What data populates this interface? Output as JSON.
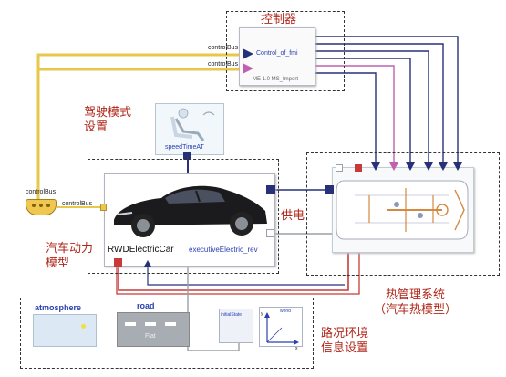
{
  "labels": {
    "controller": "控制器",
    "driving_mode": "驾驶模式\n设置",
    "vehicle_model": "汽车动力\n模型",
    "power_supply": "供电",
    "thermal": "热管理系统\n（汽车热模型）",
    "road_env": "路况环境\n信息设置"
  },
  "blocks": {
    "controller_block": "Control_of_fmi",
    "controller_sub": "ME 1.0 MS_Import",
    "control_bus_1": "controlBus",
    "control_bus_2": "controlBus",
    "driver_block": "speedTimeAT",
    "vehicle_name": "RWDElectricCar",
    "vehicle_variant": "executiveElectric_rev",
    "bus_connector": "controlBus",
    "bus_connector_right": "controlBus",
    "atmosphere": "atmosphere",
    "road": "road",
    "road_sub": "Flat",
    "initial": "initialState",
    "world": "world",
    "world_y": "y",
    "world_x": "x"
  },
  "colors": {
    "accent_red": "#b0281a",
    "bus_yellow": "#e8c84a",
    "signal_navy": "#27317a",
    "signal_pink": "#c060b0",
    "wire_red": "#c83a3a",
    "wire_grey": "#9aa0a8"
  }
}
